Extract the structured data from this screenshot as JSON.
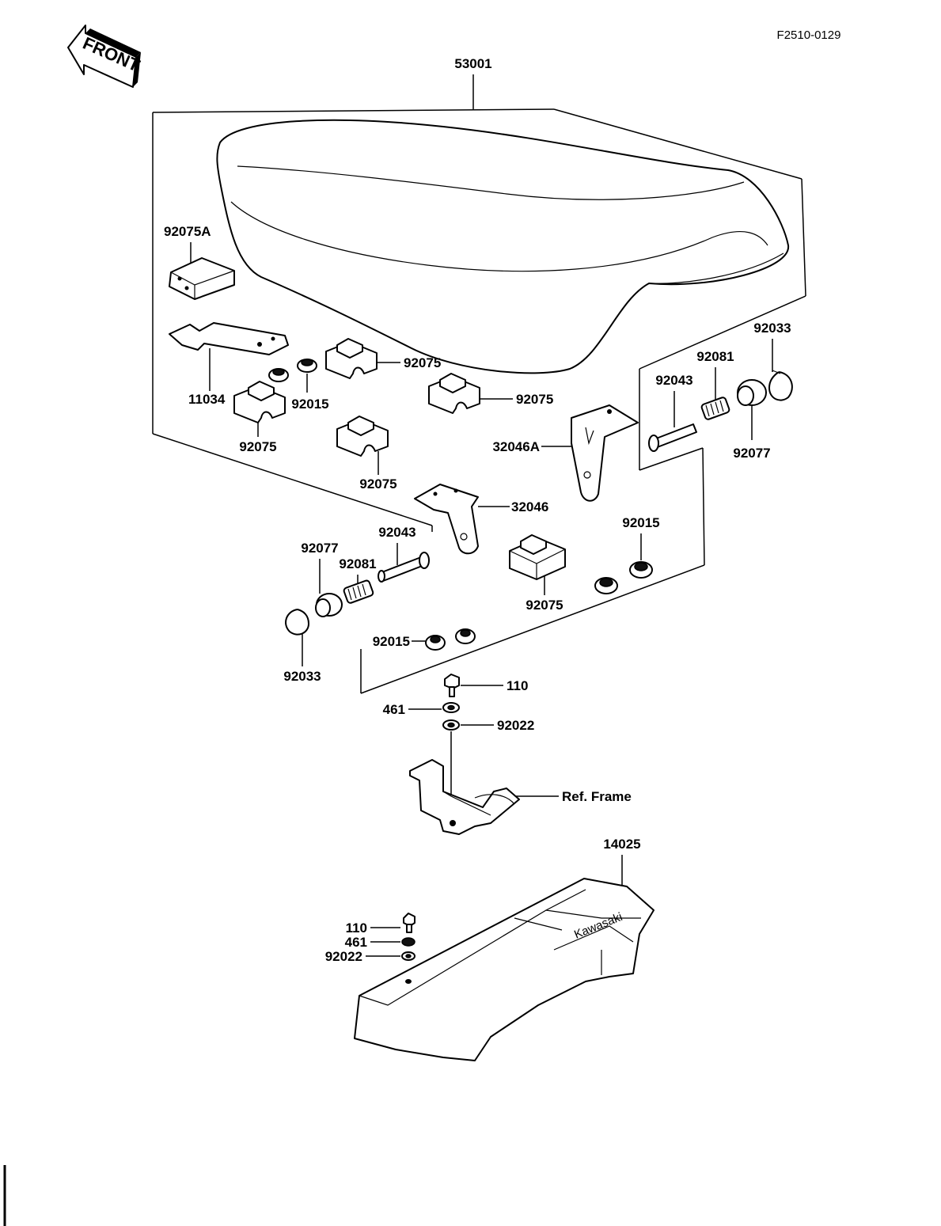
{
  "diagram_id": "F2510-0129",
  "front_arrow_label": "FRONT",
  "parts": {
    "seat": "53001",
    "seat_cover_pad": "92075A",
    "bracket_plate": "11034",
    "damper_a": "92075",
    "damper_b": "92075",
    "damper_c": "92075",
    "damper_d": "92075",
    "damper_e": "92075",
    "grommet_top": "92015",
    "grommet_right": "92015",
    "grommet_bottom": "92015",
    "bracket_right": "32046A",
    "bracket_center": "32046",
    "circlip_right": "92033",
    "spring_right": "92081",
    "pin_right": "92043",
    "collar_right": "92077",
    "collar_left": "92077",
    "spring_left": "92081",
    "pin_left": "92043",
    "circlip_left": "92033",
    "bolt_upper": "110",
    "washer_upper": "461",
    "washer2_upper": "92022",
    "ref_frame": "Ref. Frame",
    "cover": "14025",
    "bolt_lower": "110",
    "washer_lower": "461",
    "washer2_lower": "92022"
  },
  "cover_brand": "Kawasaki"
}
